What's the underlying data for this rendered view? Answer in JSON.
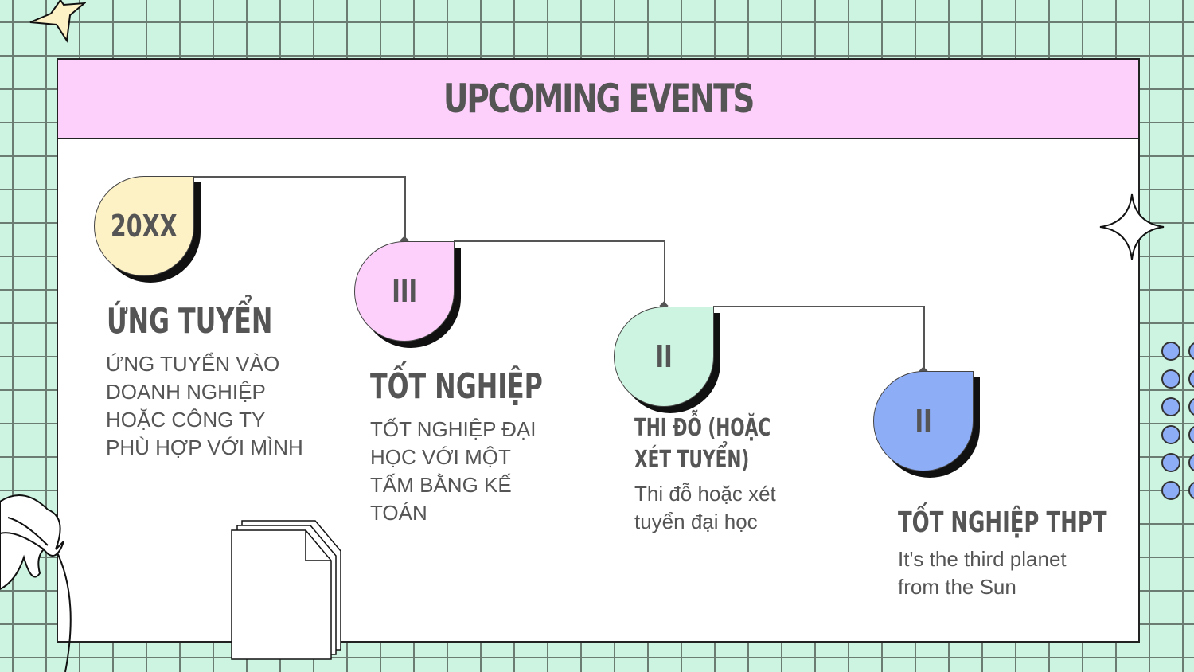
{
  "title": "UPCOMING EVENTS",
  "steps": [
    {
      "badge": "20XX",
      "heading": "ỨNG TUYỂN",
      "text": "ỨNG TUYỂN VÀO DOANH NGHIỆP HOẶC CÔNG TY PHÙ HỢP VỚI MÌNH",
      "color": "#fdf1c6"
    },
    {
      "badge": "III",
      "heading": "TỐT NGHIỆP",
      "text": "TỐT NGHIỆP ĐẠI HỌC VỚI MỘT TẤM BẰNG KẾ TOÁN",
      "color": "#fdd0fb"
    },
    {
      "badge": "II",
      "heading": "THI ĐỖ (HOẶC XÉT TUYỂN)",
      "text": "Thi đỗ hoặc xét tuyển đại học",
      "color": "#cdf3e1"
    },
    {
      "badge": "II",
      "heading": "TỐT NGHIỆP THPT",
      "text": "It's the third planet from the Sun",
      "color": "#8eadf7"
    }
  ]
}
